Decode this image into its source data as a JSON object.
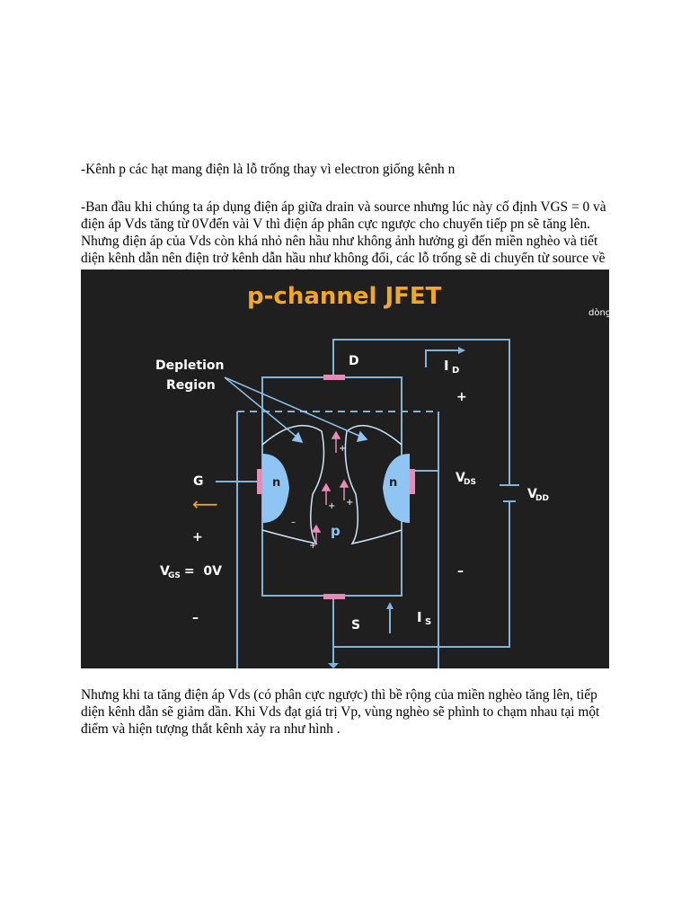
{
  "paragraphs": {
    "p1": "-Kênh p các hạt mang điện là lỗ trống  thay vì electron giống kênh n",
    "p2": "-Ban đầu khi chúng ta áp dụng điện áp giữa drain và source nhưng lúc này cố định VGS = 0 và điện áp Vds tăng từ 0Vđến vài V thì điện áp phân cực ngược cho chuyển tiếp pn sẽ tăng lên. Nhưng điện áp của Vds còn khá nhỏ nên hầu như không ảnh hưởng gì đến miền nghèo và tiết diện kênh dẫn nên điện trở kênh dẫn hầu như không đổi, các lỗ trống sẽ di chuyển từ source về phía drain theo hướng của dòng điện dễ dàng.",
    "p3": "Nhưng khi ta tăng điện áp Vds (có phân cực ngược) thì bề rộng của miền nghèo tăng lên, tiếp diện kênh dẫn sẽ giảm dần. Khi Vds đạt giá trị Vp, vùng nghèo sẽ phình to chạm nhau tại một điểm và hiện tượng thắt kênh xảy ra như hình ."
  },
  "figure": {
    "title": "p-channel JFET",
    "corner_text": "dòng",
    "depletion_line1": "Depletion",
    "depletion_line2": "Region",
    "gate_label": "G",
    "drain_label": "D",
    "source_label": "S",
    "id_label": "I",
    "id_sub": "D",
    "is_label": "I",
    "is_sub": "S",
    "vds_label": "V",
    "vds_sub": "DS",
    "vdd_label": "V",
    "vdd_sub": "DD",
    "vgs_label": "V",
    "vgs_sub": "GS",
    "vgs_value": " =  0V",
    "n_left": "n",
    "n_right": "n",
    "p_label": "p",
    "plus": "+",
    "minus": "–",
    "arrow_left": "⟵",
    "colors": {
      "background": "#1f1f1f",
      "wire": "#7fb3d9",
      "title": "#f2a823",
      "depletion": "#8ec5f2",
      "contact": "#e68bb5",
      "text": "#ffffff"
    }
  }
}
